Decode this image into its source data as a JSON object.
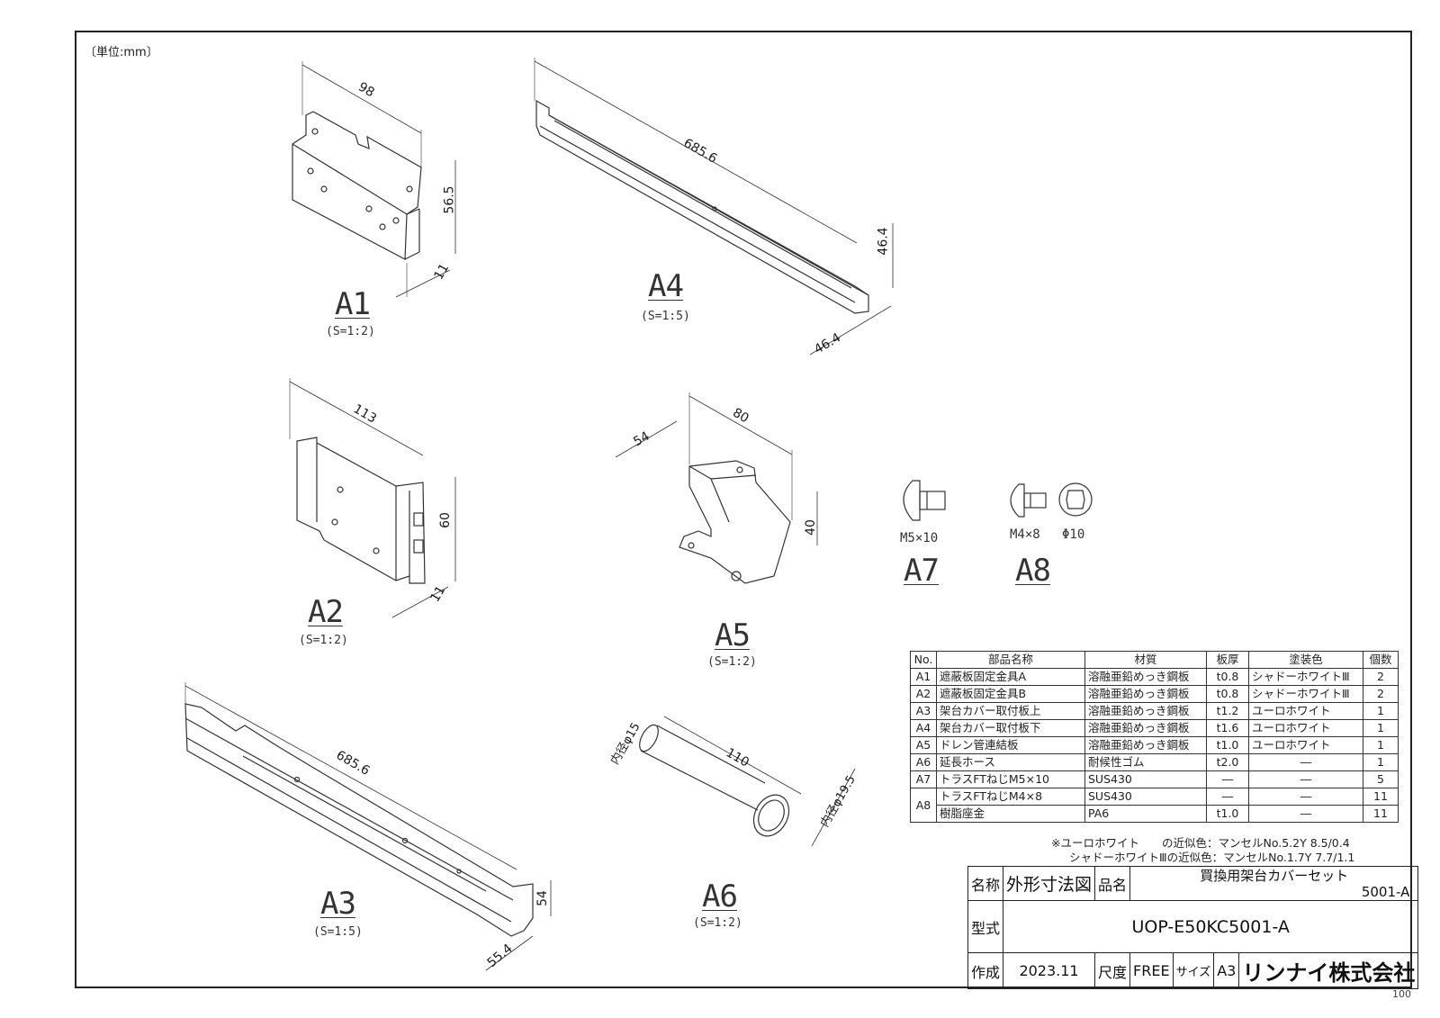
{
  "unit_note": "〔単位:mm〕",
  "parts": [
    {
      "id": "A1",
      "scale": "(S=1:2)",
      "dims": [
        "98",
        "56.5",
        "11"
      ]
    },
    {
      "id": "A4",
      "scale": "(S=1:5)",
      "dims": [
        "685.6",
        "46.4",
        "46.4"
      ]
    },
    {
      "id": "A2",
      "scale": "(S=1:2)",
      "dims": [
        "113",
        "60",
        "11"
      ]
    },
    {
      "id": "A5",
      "scale": "(S=1:2)",
      "dims": [
        "54",
        "80",
        "40"
      ]
    },
    {
      "id": "A7",
      "spec": "M5×10"
    },
    {
      "id": "A8",
      "spec": "M4×8",
      "washer": "Φ10"
    },
    {
      "id": "A3",
      "scale": "(S=1:5)",
      "dims": [
        "685.6",
        "54",
        "55.4"
      ]
    },
    {
      "id": "A6",
      "scale": "(S=1:2)",
      "dims": [
        "内径φ15",
        "110",
        "内径φ19.5"
      ]
    }
  ],
  "parts_table": {
    "headers": [
      "No.",
      "部品名称",
      "材質",
      "板厚",
      "塗装色",
      "個数"
    ],
    "rows": [
      [
        "A1",
        "遮蔽板固定金具A",
        "溶融亜鉛めっき鋼板",
        "t0.8",
        "シャドーホワイトⅢ",
        "2"
      ],
      [
        "A2",
        "遮蔽板固定金具B",
        "溶融亜鉛めっき鋼板",
        "t0.8",
        "シャドーホワイトⅢ",
        "2"
      ],
      [
        "A3",
        "架台カバー取付板上",
        "溶融亜鉛めっき鋼板",
        "t1.2",
        "ユーロホワイト",
        "1"
      ],
      [
        "A4",
        "架台カバー取付板下",
        "溶融亜鉛めっき鋼板",
        "t1.6",
        "ユーロホワイト",
        "1"
      ],
      [
        "A5",
        "ドレン管連結板",
        "溶融亜鉛めっき鋼板",
        "t1.0",
        "ユーロホワイト",
        "1"
      ],
      [
        "A6",
        "延長ホース",
        "耐候性ゴム",
        "t2.0",
        "―",
        "1"
      ],
      [
        "A7",
        "トラスFTねじM5×10",
        "SUS430",
        "―",
        "―",
        "5"
      ],
      [
        "A8",
        "トラスFTねじM4×8",
        "SUS430",
        "―",
        "―",
        "11"
      ],
      [
        "",
        "樹脂座金",
        "PA6",
        "t1.0",
        "―",
        "11"
      ]
    ]
  },
  "notes": [
    "※ユーロホワイト　　の近似色：マンセルNo.5.2Y 8.5/0.4",
    "シャドーホワイトⅢの近似色：マンセルNo.1.7Y 7.7/1.1"
  ],
  "title_block": {
    "name_label": "名称",
    "name_value": "外形寸法図",
    "product_label": "品名",
    "product_value_1": "買換用架台カバーセット",
    "product_value_2": "5001-A",
    "model_label": "型式",
    "model_value": "UOP-E50KC5001-A",
    "created_label": "作成",
    "created_value": "2023.11",
    "scale_label": "尺度",
    "scale_value": "FREE",
    "size_label": "サイズ",
    "size_value": "A3",
    "company": "リンナイ株式会社"
  },
  "page_number": "100"
}
